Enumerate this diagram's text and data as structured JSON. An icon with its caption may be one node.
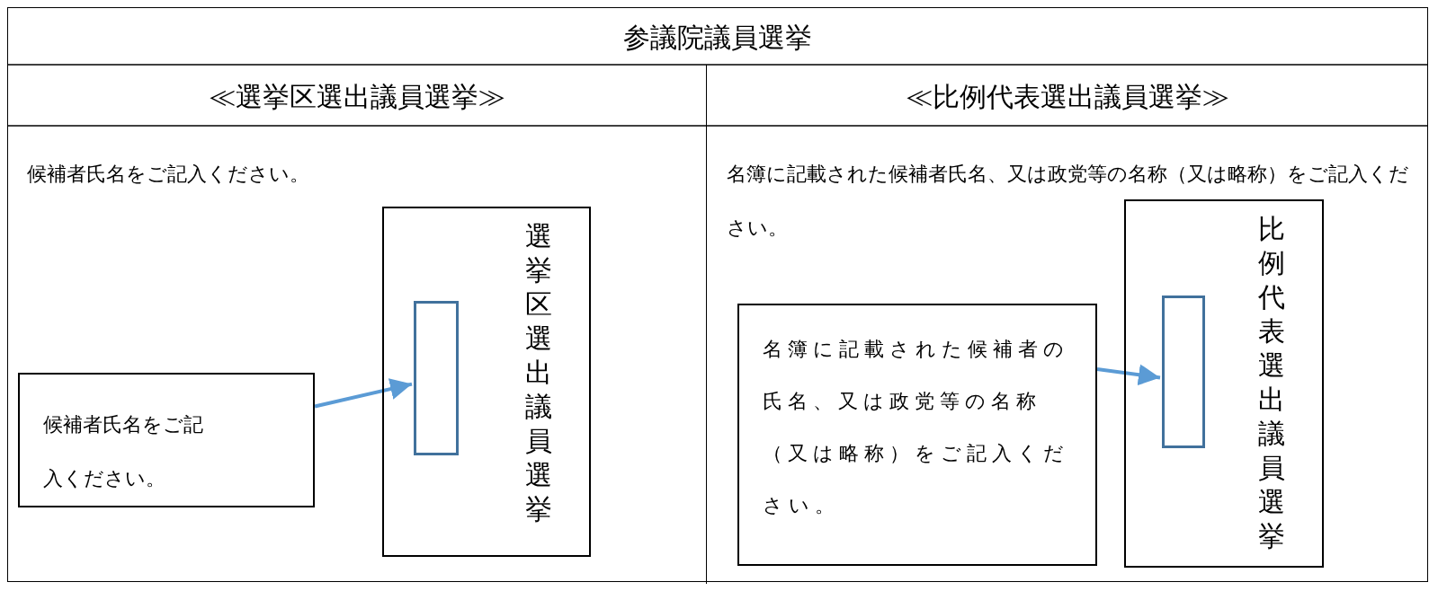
{
  "diagram": {
    "title": "参議院議員選挙",
    "nodes": [
      {
        "text": [
          "≪選挙区選出議員選挙≫",
          "候補者氏名をご記入ください。"
        ]
      },
      {
        "text": [
          "候補者氏名をご記入ください。"
        ],
        "in": 0
      },
      {
        "text": [
          "選挙区選出議員選挙"
        ],
        "in": 0
      },
      {
        "text": [],
        "shape": "box",
        "in": 2
      },
      {
        "text": [
          "≪比例代表選出議員選挙≫",
          "名簿に記載された候補者氏名、又は政党等の名称（又は略称）をご記入ください。"
        ]
      },
      {
        "text": [
          "名簿に記載された候補者の氏名、又は政党等の名称（又は略称）をご記入ください。"
        ],
        "in": 4
      },
      {
        "text": [
          "比例代表選出議員選挙"
        ],
        "in": 4
      },
      {
        "text": [],
        "shape": "box",
        "in": 6
      }
    ],
    "edges": [
      {
        "from": 1,
        "to": 3,
        "arrow": "to",
        "color": "#5b9bd5"
      },
      {
        "from": 5,
        "to": 7,
        "arrow": "to",
        "color": "#5b9bd5"
      }
    ]
  }
}
